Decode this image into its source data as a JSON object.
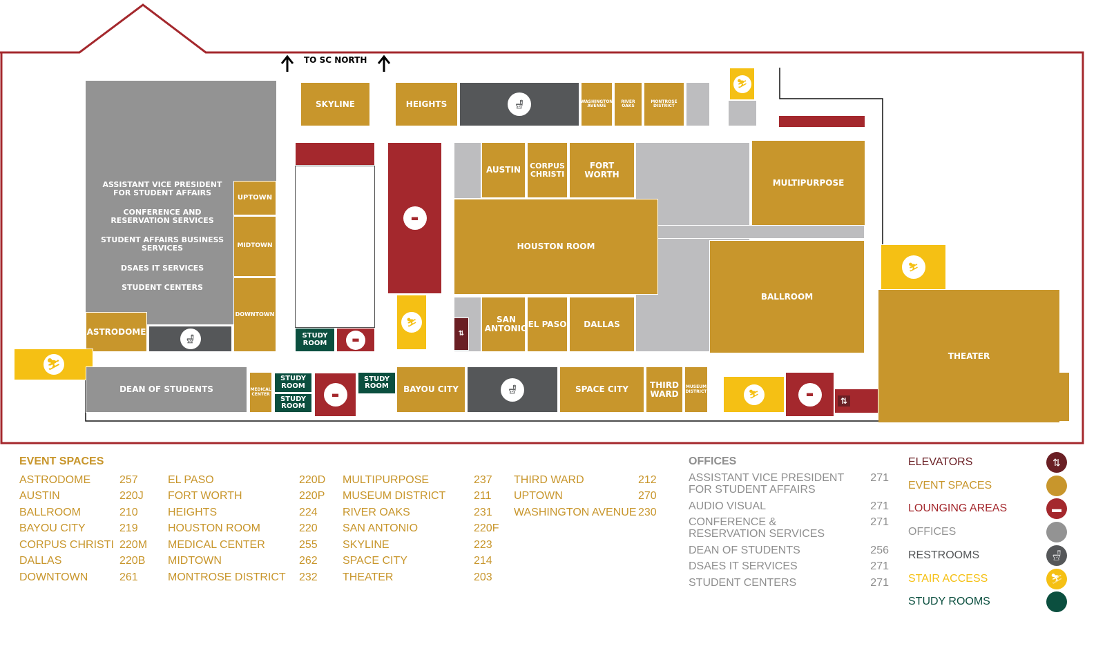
{
  "map": {
    "to_sc_north": "TO SC NORTH",
    "offices_block": [
      "ASSISTANT VICE PRESIDENT FOR STUDENT AFFAIRS",
      "CONFERENCE AND RESERVATION SERVICES",
      "STUDENT AFFAIRS BUSINESS SERVICES",
      "DSAES IT SERVICES",
      "STUDENT CENTERS"
    ],
    "rooms": {
      "uptown": "UPTOWN",
      "midtown": "MIDTOWN",
      "downtown": "DOWNTOWN",
      "astrodome": "ASTRODOME",
      "dean": "DEAN OF STUDENTS",
      "medical": "MEDICAL CENTER",
      "study": "STUDY ROOM",
      "skyline": "SKYLINE",
      "heights": "HEIGHTS",
      "washington": "WASHINGTON AVENUE",
      "river_oaks": "RIVER OAKS",
      "montrose": "MONTROSE DISTRICT",
      "austin": "AUSTIN",
      "corpus": "CORPUS CHRISTI",
      "fort_worth": "FORT WORTH",
      "houston": "HOUSTON ROOM",
      "san_antonio": "SAN ANTONIO",
      "el_paso": "EL PASO",
      "dallas": "DALLAS",
      "multipurpose": "MULTIPURPOSE",
      "ballroom": "BALLROOM",
      "theater": "THEATER",
      "bayou": "BAYOU CITY",
      "space_city": "SPACE CITY",
      "third_ward": "THIRD WARD",
      "museum": "MUSEUM DISTRICT"
    }
  },
  "event_spaces": {
    "title": "EVENT SPACES",
    "columns": [
      [
        [
          "ASTRODOME",
          "257"
        ],
        [
          "AUSTIN",
          "220J"
        ],
        [
          "BALLROOM",
          "210"
        ],
        [
          "BAYOU CITY",
          "219"
        ],
        [
          "CORPUS CHRISTI",
          "220M"
        ],
        [
          "DALLAS",
          "220B"
        ],
        [
          "DOWNTOWN",
          "261"
        ]
      ],
      [
        [
          "EL PASO",
          "220D"
        ],
        [
          "FORT WORTH",
          "220P"
        ],
        [
          "HEIGHTS",
          "224"
        ],
        [
          "HOUSTON ROOM",
          "220"
        ],
        [
          "MEDICAL CENTER",
          "255"
        ],
        [
          "MIDTOWN",
          "262"
        ],
        [
          "MONTROSE DISTRICT",
          "232"
        ]
      ],
      [
        [
          "MULTIPURPOSE",
          "237"
        ],
        [
          "MUSEUM DISTRICT",
          "211"
        ],
        [
          "RIVER OAKS",
          "231"
        ],
        [
          "SAN ANTONIO",
          "220F"
        ],
        [
          "SKYLINE",
          "223"
        ],
        [
          "SPACE CITY",
          "214"
        ],
        [
          "THEATER",
          "203"
        ]
      ],
      [
        [
          "THIRD WARD",
          "212"
        ],
        [
          "UPTOWN",
          "270"
        ],
        [
          "WASHINGTON AVENUE",
          "230"
        ]
      ]
    ]
  },
  "offices": {
    "title": "OFFICES",
    "items": [
      [
        "ASSISTANT VICE PRESIDENT FOR STUDENT AFFAIRS",
        "271"
      ],
      [
        "AUDIO VISUAL",
        "271"
      ],
      [
        "CONFERENCE & RESERVATION SERVICES",
        "271"
      ],
      [
        "DEAN OF STUDENTS",
        "256"
      ],
      [
        "DSAES IT SERVICES",
        "271"
      ],
      [
        "STUDENT CENTERS",
        "271"
      ]
    ]
  },
  "key": [
    {
      "label": "ELEVATORS",
      "color": "#6a1f24",
      "icon": "elevator-icon"
    },
    {
      "label": "EVENT SPACES",
      "color": "#c8962c",
      "icon": "event-dot"
    },
    {
      "label": "LOUNGING AREAS",
      "color": "#a4282d",
      "icon": "sofa-icon"
    },
    {
      "label": "OFFICES",
      "color": "#939393",
      "icon": "office-dot"
    },
    {
      "label": "RESTROOMS",
      "color": "#555759",
      "icon": "toilet-icon"
    },
    {
      "label": "STAIR ACCESS",
      "color": "#f5c014",
      "icon": "stairs-icon"
    },
    {
      "label": "STUDY ROOMS",
      "color": "#0b4f3f",
      "icon": "study-dot"
    }
  ]
}
